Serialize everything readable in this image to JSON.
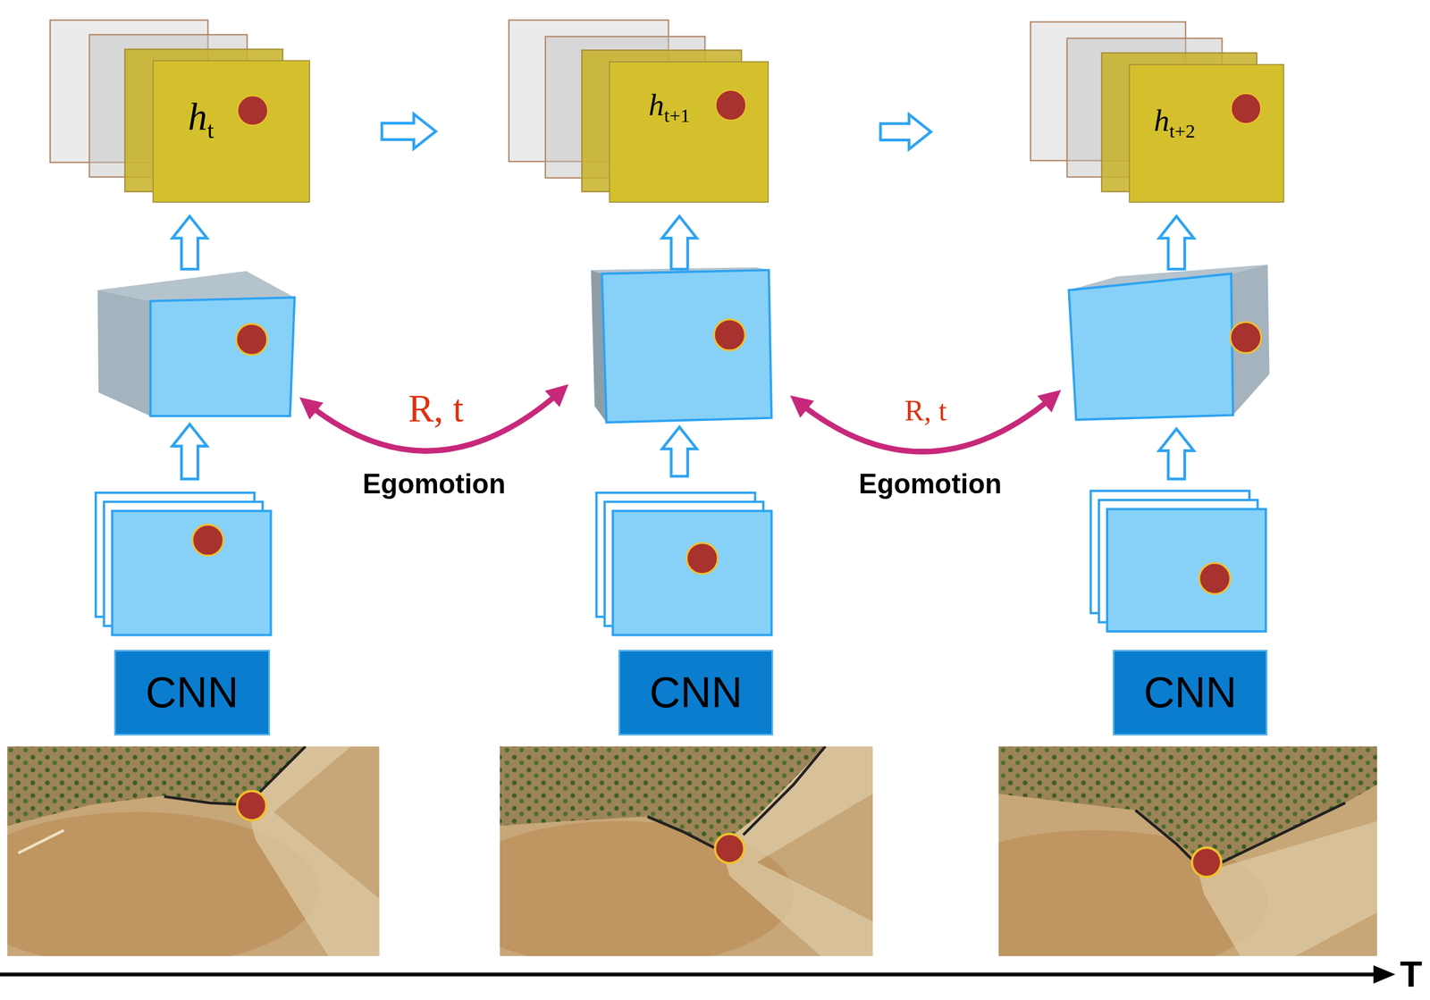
{
  "diagram": {
    "nodes": [
      {
        "text": [
          "h",
          "t"
        ]
      },
      {
        "text": [
          "h",
          "t+1"
        ]
      },
      {
        "text": [
          "h",
          "t+2"
        ]
      },
      {
        "text": [
          "CNN"
        ]
      },
      {
        "text": [
          "CNN"
        ]
      },
      {
        "text": [
          "CNN"
        ]
      }
    ],
    "edges": [
      {
        "from": 0,
        "to": 1,
        "arrow": "to"
      },
      {
        "from": 1,
        "to": 2,
        "arrow": "to"
      }
    ],
    "labels": [
      "R, t",
      "Egomotion",
      "R, t",
      "Egomotion",
      "T"
    ]
  }
}
